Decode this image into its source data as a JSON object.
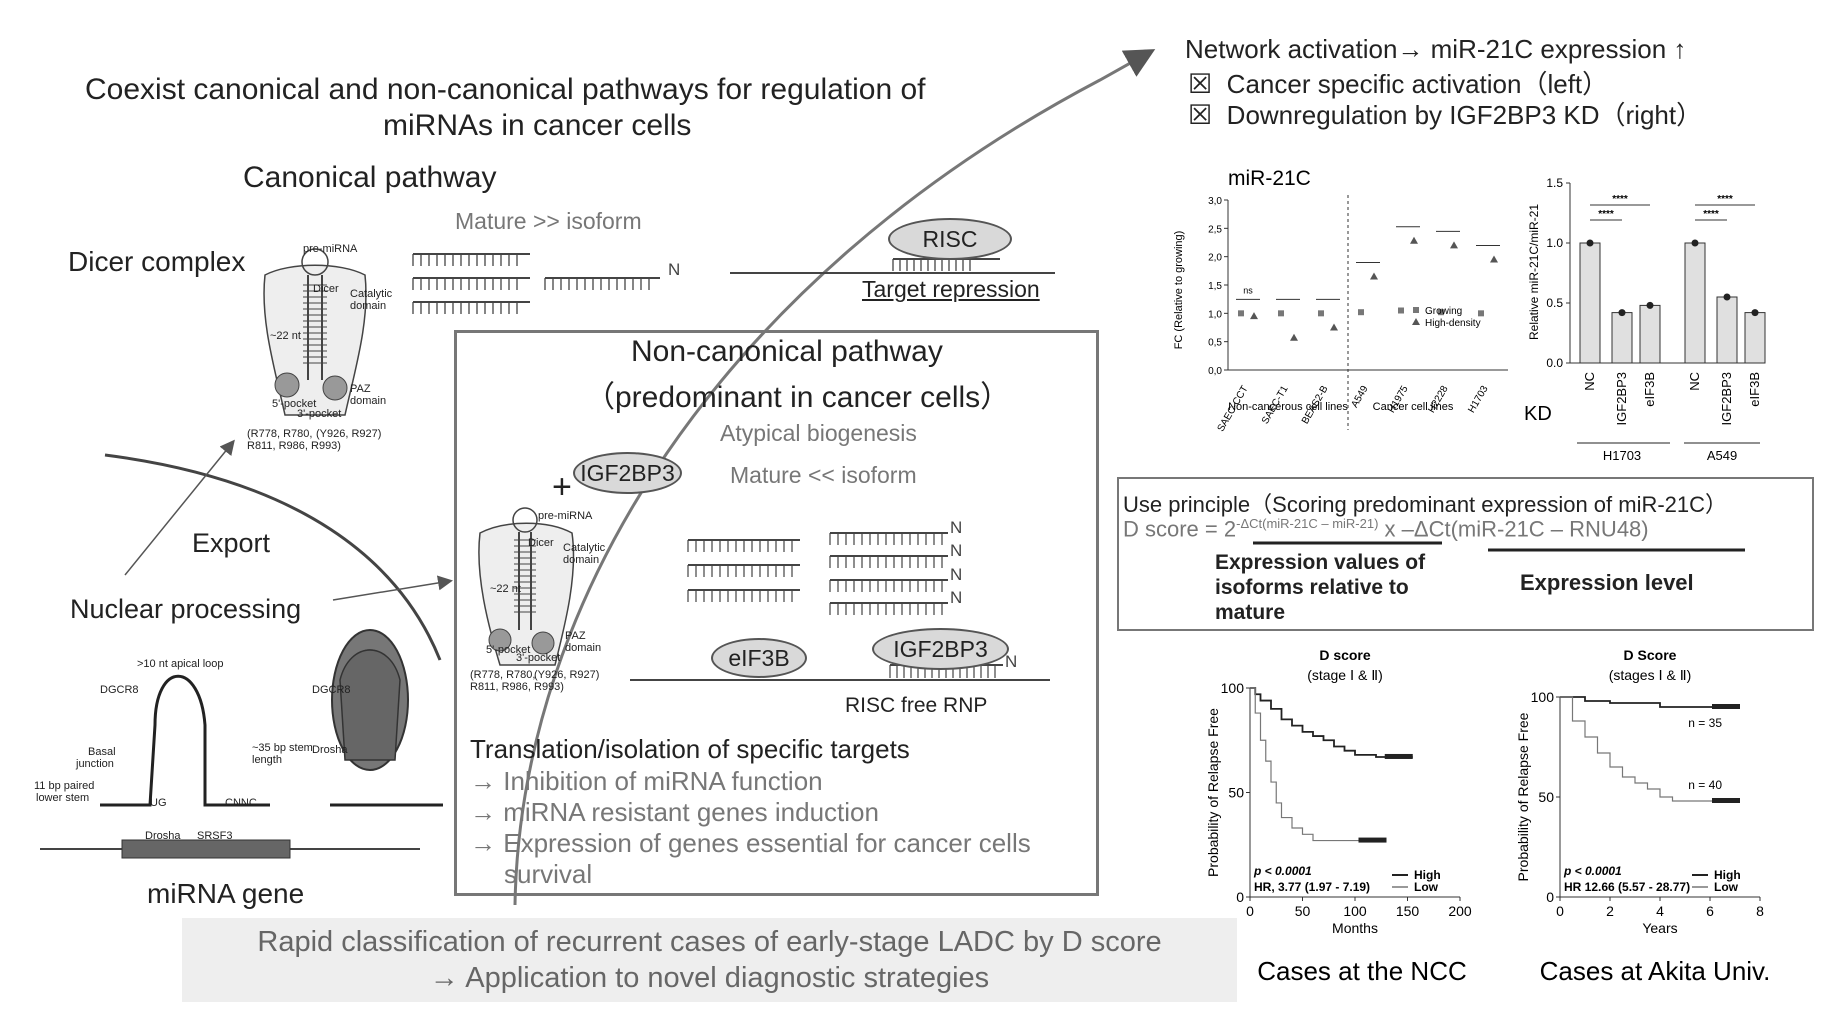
{
  "header": {
    "title_line1": "Coexist canonical and non-canonical pathways for regulation of",
    "title_line2": "miRNAs in cancer cells",
    "canonical": "Canonical pathway"
  },
  "canonical": {
    "dicer_complex": "Dicer complex",
    "mature_isoform": "Mature >> isoform",
    "n_label": "N",
    "risc": "RISC",
    "target_repression": "Target repression",
    "export": "Export",
    "nuclear_processing": "Nuclear processing",
    "mirna_gene": "miRNA gene"
  },
  "dicer_diagram": {
    "pre_mirna": "pre-miRNA",
    "dicer": "Dicer",
    "catalytic": "Catalytic",
    "domain": "domain",
    "nt22": "~22 nt",
    "paz": "PAZ",
    "paz_domain": "domain",
    "pocket5": "5'-pocket",
    "pocket3": "3'-pocket",
    "residues1": "(R778, R780,",
    "residues2": "R811, R986, R993)",
    "residues3": "(Y926, R927)"
  },
  "drosha_diagram": {
    "apical_loop": ">10 nt apical loop",
    "dgcr8": "DGCR8",
    "basal_junction1": "Basal",
    "basal_junction2": "junction",
    "stem1": "~35 bp stem",
    "stem2": "length",
    "lower_stem1": "11 bp paired",
    "lower_stem2": "lower stem",
    "drosha": "Drosha",
    "srsf3": "SRSF3",
    "dgcr8_right": "DGCR8",
    "drosha_right": "Drosha",
    "ug": "UG",
    "cnnc": "CNNC"
  },
  "noncanonical": {
    "title1": "Non-canonical pathway",
    "title2": "（predominant in cancer cells）",
    "atypical": "Atypical biogenesis",
    "plus": "+",
    "igf2bp3": "IGF2BP3",
    "mature_isoform": "Mature << isoform",
    "eif3b": "eIF3B",
    "igf2bp3_b": "IGF2BP3",
    "n": "N",
    "risc_free": "RISC free RNP",
    "translation": "Translation/isolation of specific targets",
    "items": [
      "→ Inhibition of miRNA function",
      "→ miRNA resistant genes induction",
      "→ Expression of genes essential for cancer cells",
      "survival"
    ]
  },
  "rapid": {
    "line1": "Rapid classification of recurrent cases of early-stage LADC by D score",
    "line2": "→ Application to novel diagnostic strategies"
  },
  "network": {
    "line1": "Network activation→ miR-21C expression ↑",
    "line2": "Cancer specific activation（left）",
    "line3": "Downregulation by IGF2BP3 KD（right）",
    "check": "☒"
  },
  "chart_data": [
    {
      "type": "scatter",
      "title": "miR-21C",
      "ylabel": "FC (Relative to growing)",
      "ylim": [
        0,
        3.0
      ],
      "yticks": [
        "0.0",
        "0.5",
        "1.0",
        "1.5",
        "2.0",
        "2.5",
        "3.0"
      ],
      "categories": [
        "SAEC-CCT",
        "SAEC-T1",
        "BEAS2-B",
        "A549",
        "H1975",
        "H2228",
        "H1703"
      ],
      "group_labels": [
        "Non-cancerous cell lines",
        "Cancer cell lines"
      ],
      "ns_label": "ns",
      "legend": [
        "Growing",
        "High-density"
      ],
      "series": [
        {
          "name": "Growing",
          "values": [
            1.0,
            1.0,
            1.0,
            1.02,
            1.05,
            1.02,
            1.0
          ]
        },
        {
          "name": "High-density",
          "values": [
            0.95,
            0.57,
            0.75,
            1.65,
            2.28,
            2.2,
            1.95
          ]
        }
      ]
    },
    {
      "type": "bar",
      "ylabel": "Relative miR-21C/miR-21",
      "ylim": [
        0,
        1.5
      ],
      "yticks": [
        "0.0",
        "0.5",
        "1.0",
        "1.5"
      ],
      "xlabel_prefix": "KD",
      "categories": [
        "NC",
        "IGF2BP3",
        "eIF3B",
        "NC",
        "IGF2BP3",
        "eIF3B"
      ],
      "groups": [
        "H1703",
        "A549"
      ],
      "values": [
        1.0,
        0.42,
        0.48,
        1.0,
        0.55,
        0.42
      ],
      "sig": "****"
    },
    {
      "type": "line",
      "title": "D score",
      "subtitle": "(stage Ⅰ & Ⅱ)",
      "ylabel": "Probability of Relapse Free",
      "xlabel": "Months",
      "xlim": [
        0,
        200
      ],
      "ylim": [
        0,
        100
      ],
      "xticks": [
        "0",
        "50",
        "100",
        "150",
        "200"
      ],
      "yticks": [
        "0",
        "50",
        "100"
      ],
      "p": "p < 0.0001",
      "hr": "HR, 3.77 (1.97 - 7.19)",
      "legend": [
        "High",
        "Low"
      ],
      "series": [
        {
          "name": "High",
          "x": [
            0,
            5,
            10,
            20,
            30,
            40,
            50,
            60,
            70,
            80,
            90,
            100,
            120,
            150,
            155
          ],
          "y": [
            100,
            97,
            94,
            90,
            85,
            82,
            79,
            77,
            75,
            72,
            70,
            68,
            67,
            67,
            67
          ]
        },
        {
          "name": "Low",
          "x": [
            0,
            5,
            10,
            15,
            20,
            25,
            30,
            40,
            50,
            60,
            80,
            100,
            130
          ],
          "y": [
            100,
            88,
            75,
            65,
            55,
            45,
            38,
            33,
            30,
            27,
            27,
            27,
            27
          ]
        }
      ],
      "caption": "Cases at the NCC"
    },
    {
      "type": "line",
      "title": "D Score",
      "subtitle": "(stages Ⅰ & Ⅱ)",
      "ylabel": "Probability of Relapse Free",
      "xlabel": "Years",
      "xlim": [
        0,
        8
      ],
      "ylim": [
        0,
        100
      ],
      "xticks": [
        "0",
        "2",
        "4",
        "6",
        "8"
      ],
      "yticks": [
        "0",
        "50",
        "100"
      ],
      "p": "p < 0.0001",
      "hr": "HR 12.66 (5.57 - 28.77)",
      "n_high": "n = 35",
      "n_low": "n = 40",
      "legend": [
        "High",
        "Low"
      ],
      "series": [
        {
          "name": "High",
          "x": [
            0,
            1,
            2,
            3,
            4,
            5,
            6,
            7.2
          ],
          "y": [
            100,
            98,
            97,
            97,
            95,
            95,
            95,
            95
          ]
        },
        {
          "name": "Low",
          "x": [
            0,
            0.5,
            1,
            1.5,
            2,
            2.5,
            3,
            3.5,
            4,
            4.5,
            5,
            6,
            7.2
          ],
          "y": [
            100,
            88,
            80,
            72,
            65,
            60,
            57,
            54,
            50,
            48,
            48,
            48,
            48
          ]
        }
      ],
      "caption": "Cases at Akita Univ."
    }
  ],
  "dscore": {
    "principle": "Use principle（Scoring predominant expression of miR-21C）",
    "formula_a": "D score = 2",
    "formula_sup": "-ΔCt(miR-21C – miR-21)",
    "formula_b": " x –ΔCt(miR-21C – RNU48)",
    "expr_values_1": "Expression values of",
    "expr_values_2": "isoforms relative to",
    "expr_values_3": "mature",
    "expr_level": "Expression level"
  }
}
